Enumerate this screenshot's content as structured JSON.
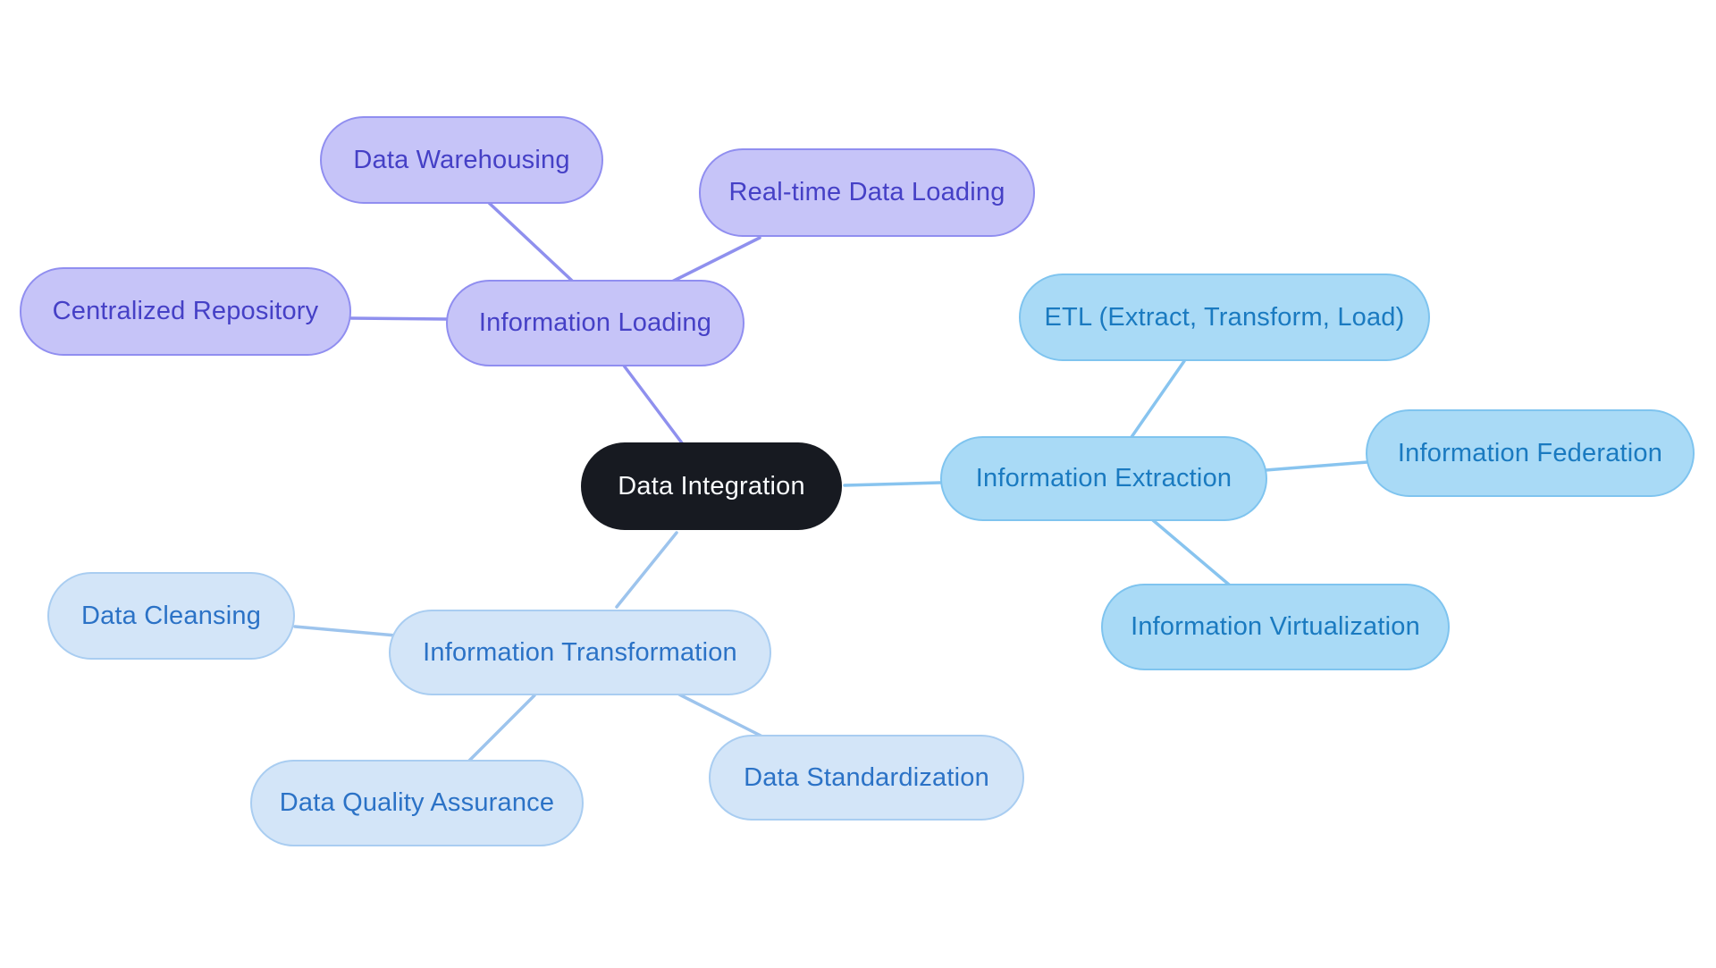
{
  "diagram": {
    "type": "mindmap",
    "background": "#ffffff",
    "center": {
      "id": "data-integration",
      "label": "Data Integration",
      "fill": "#171A21",
      "text_color": "#F8FAFC"
    },
    "branches": [
      {
        "id": "information-loading",
        "label": "Information Loading",
        "fill": "#C6C4F8",
        "border": "#908EF0",
        "text_color": "#4540C6",
        "line_color": "#8F90EE",
        "children": [
          {
            "id": "data-warehousing",
            "label": "Data Warehousing"
          },
          {
            "id": "real-time-data-loading",
            "label": "Real-time Data Loading"
          },
          {
            "id": "centralized-repository",
            "label": "Centralized Repository"
          }
        ]
      },
      {
        "id": "information-extraction",
        "label": "Information Extraction",
        "fill": "#A9DAF6",
        "border": "#7FC4EF",
        "text_color": "#1A7AC0",
        "line_color": "#88C4EF",
        "children": [
          {
            "id": "etl-extract-transform-load",
            "label": "ETL (Extract, Transform, Load)"
          },
          {
            "id": "information-federation",
            "label": "Information Federation"
          },
          {
            "id": "information-virtualization",
            "label": "Information Virtualization"
          }
        ]
      },
      {
        "id": "information-transformation",
        "label": "Information Transformation",
        "fill": "#D3E5F8",
        "border": "#A9CDF1",
        "text_color": "#2B72C6",
        "line_color": "#9DC4ED",
        "children": [
          {
            "id": "data-cleansing",
            "label": "Data Cleansing"
          },
          {
            "id": "data-quality-assurance",
            "label": "Data Quality Assurance"
          },
          {
            "id": "data-standardization",
            "label": "Data Standardization"
          }
        ]
      }
    ],
    "connections": [
      {
        "from": "Information Loading",
        "to": "Data Warehousing"
      },
      {
        "from": "Information Loading",
        "to": "Real-time Data Loading"
      },
      {
        "from": "Information Loading",
        "to": "Centralized Repository"
      },
      {
        "from": "Data Integration",
        "to": "Information Loading"
      },
      {
        "from": "Data Integration",
        "to": "Information Extraction"
      },
      {
        "from": "Information Extraction",
        "to": "ETL (Extract, Transform, Load)"
      },
      {
        "from": "Information Extraction",
        "to": "Information Federation"
      },
      {
        "from": "Information Extraction",
        "to": "Information Virtualization"
      },
      {
        "from": "Data Integration",
        "to": "Information Transformation"
      },
      {
        "from": "Information Transformation",
        "to": "Data Cleansing"
      },
      {
        "from": "Information Transformation",
        "to": "Data Quality Assurance"
      },
      {
        "from": "Information Transformation",
        "to": "Data Standardization"
      }
    ]
  }
}
